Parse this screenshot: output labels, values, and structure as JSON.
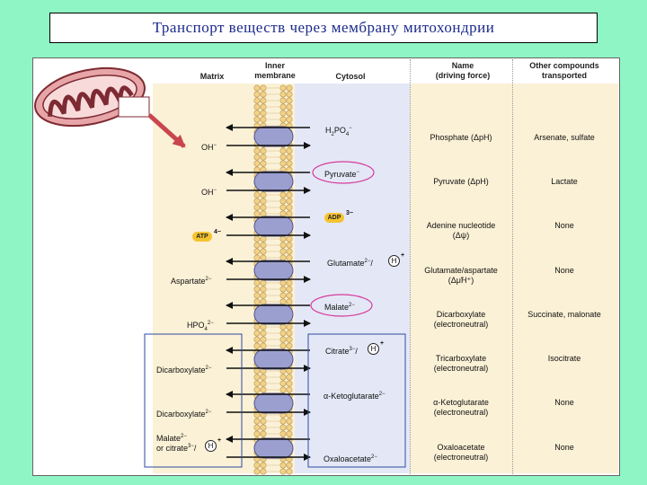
{
  "title": "Транспорт веществ через мембрану митохондрии",
  "headers": {
    "matrix": "Matrix",
    "membrane": [
      "Inner",
      "membrane"
    ],
    "cytosol": "Cytosol",
    "name": [
      "Name",
      "(driving force)"
    ],
    "other": [
      "Other compounds",
      "transported"
    ]
  },
  "left_labels": {
    "oh1": "OH",
    "oh1_sup": "−",
    "oh2": "OH",
    "oh2_sup": "−",
    "atp": "ATP",
    "atp_sup": "4−",
    "aspartate": "Aspartate",
    "aspartate_sup": "2−",
    "hpo4": "HPO",
    "hpo4_sub": "4",
    "hpo4_sup": "2−",
    "dicarb1": "Dicarboxylate",
    "dicarb1_sup": "2−",
    "dicarb2": "Dicarboxylate",
    "dicarb2_sup": "2−",
    "malate_l1": "Malate",
    "malate_l1_sup": "2−",
    "malate_l2": "or citrate",
    "malate_l2_sup": "3−",
    "h": "H",
    "h_sup": "+"
  },
  "right_labels": {
    "h2po4": "H",
    "h2po4_sub1": "2",
    "h2po4_mid": "PO",
    "h2po4_sub2": "4",
    "h2po4_sup": "−",
    "pyruvate": "Pyruvate",
    "pyruvate_sup": "−",
    "adp": "ADP",
    "adp_sup": "3−",
    "glutamate": "Glutamate",
    "glutamate_sup": "2−",
    "malate": "Malate",
    "malate_sup": "2−",
    "citrate": "Citrate",
    "citrate_sup": "3−",
    "ketoglutarate": "α-Ketoglutarate",
    "ketoglutarate_sup": "2−",
    "oxaloacetate": "Oxaloacetate",
    "oxaloacetate_sup": "2−",
    "h": "H",
    "h_sup": "+",
    "slash": "/"
  },
  "rows": [
    {
      "name": [
        "Phosphate (ΔpH)"
      ],
      "other": [
        "Arsenate, sulfate"
      ]
    },
    {
      "name": [
        "Pyruvate (ΔpH)"
      ],
      "other": [
        "Lactate"
      ]
    },
    {
      "name": [
        "Adenine nucleotide",
        "(Δψ)"
      ],
      "other": [
        "None"
      ]
    },
    {
      "name": [
        "Glutamate/aspartate",
        "(Δμ̃H⁺)"
      ],
      "other": [
        "None"
      ]
    },
    {
      "name": [
        "Dicarboxylate",
        "(electroneutral)"
      ],
      "other": [
        "Succinate, malonate"
      ]
    },
    {
      "name": [
        "Tricarboxylate",
        "(electroneutral)"
      ],
      "other": [
        "Isocitrate"
      ]
    },
    {
      "name": [
        "α-Ketoglutarate",
        "(electroneutral)"
      ],
      "other": [
        "None"
      ]
    },
    {
      "name": [
        "Oxaloacetate",
        "(electroneutral)"
      ],
      "other": [
        "None"
      ]
    }
  ],
  "colors": {
    "background": "#8ff5c4",
    "title_text": "#1b2a8a",
    "matrix_zone": "#fbf1d6",
    "cytosol_zone": "#e4e8f6",
    "table_zone": "#fbf1d6",
    "transporter": "#9b9fd0",
    "lipid_head": "#f2d28a",
    "highlight": "#d63b9c",
    "box_outline": "#2d4aa0",
    "adp_atp_badge": "#f4c430"
  }
}
